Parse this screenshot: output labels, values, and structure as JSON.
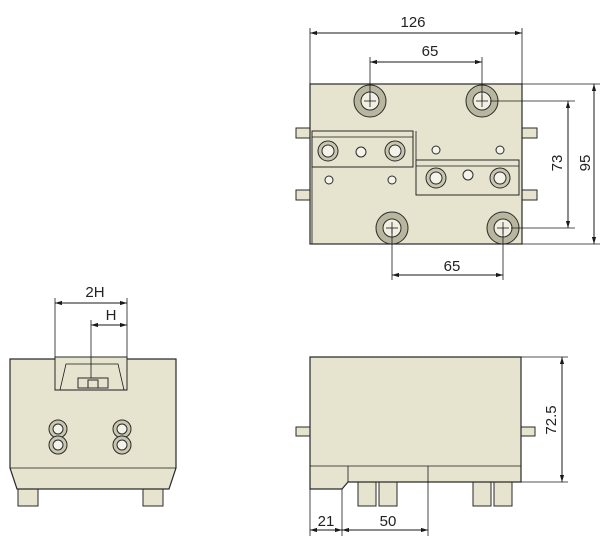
{
  "views": {
    "top_view": {
      "dimensions": {
        "total_width": "126",
        "top_spacing": "65",
        "bottom_spacing": "65",
        "bolt_spacing_vertical": "73",
        "height": "95"
      }
    },
    "front_view": {
      "dimensions": {
        "slot_width": "2H",
        "slot_half": "H"
      }
    },
    "side_view": {
      "dimensions": {
        "height": "72.5",
        "offset": "21",
        "foot_spacing": "50"
      }
    }
  },
  "colors": {
    "body": "#e6e3cf",
    "line": "#1a1a1a",
    "bolt": "#b9b6a0"
  }
}
